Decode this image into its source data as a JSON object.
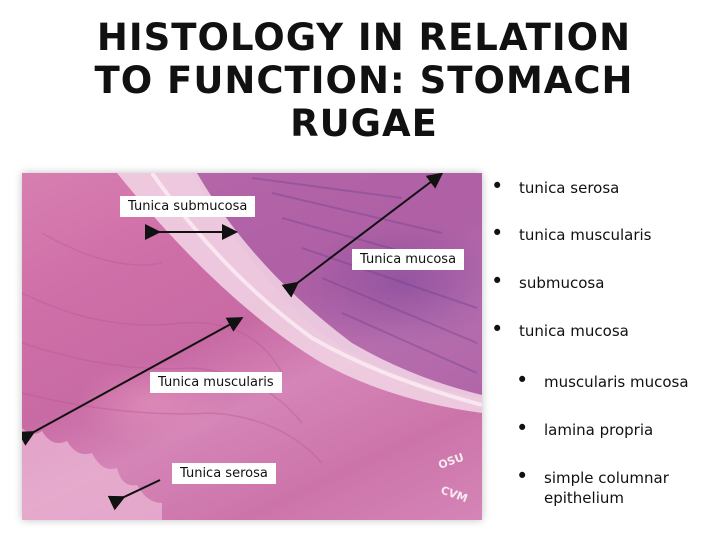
{
  "title": {
    "line1": "HISTOLOGY IN RELATION",
    "line2": "TO FUNCTION: STOMACH",
    "line3": "RUGAE"
  },
  "micrograph": {
    "labels": {
      "submucosa": "Tunica submucosa",
      "mucosa": "Tunica mucosa",
      "muscularis": "Tunica muscularis",
      "serosa": "Tunica serosa"
    },
    "watermark": "OSU CVM"
  },
  "bullets": [
    {
      "text": "tunica serosa",
      "level": 1
    },
    {
      "text": "tunica muscularis",
      "level": 1
    },
    {
      "text": "submucosa",
      "level": 1
    },
    {
      "text": "tunica mucosa",
      "level": 1
    },
    {
      "text": "muscularis mucosa",
      "level": 2
    },
    {
      "text": "lamina propria",
      "level": 2
    },
    {
      "text": "simple columnar epithelium",
      "level": 2
    }
  ]
}
